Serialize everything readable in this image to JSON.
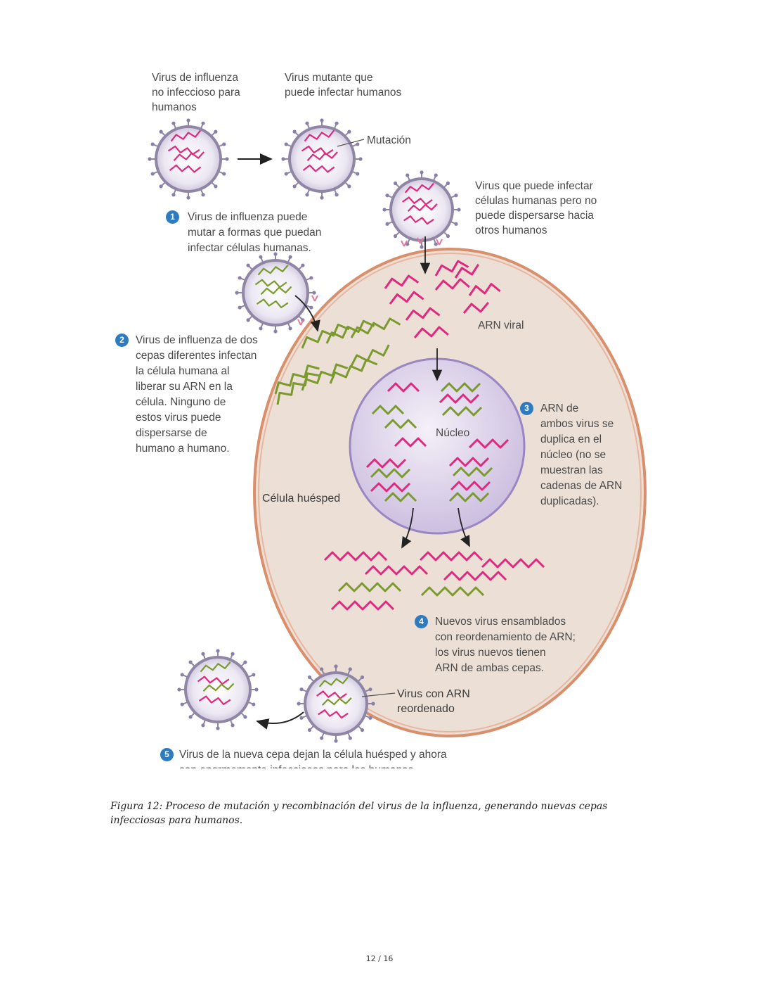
{
  "figure": {
    "labels": {
      "non_infectious_virus": "Virus de influenza\nno infeccioso para\nhumanos",
      "mutant_virus": "Virus mutante que\npuede infectar humanos",
      "mutation": "Mutación",
      "virus_infects_no_spread": "Virus que puede infectar\ncélulas humanas pero no\npuede dispersarse hacia\notros humanos",
      "viral_rna": "ARN viral",
      "nucleus": "Núcleo",
      "host_cell": "Célula huésped",
      "reassorted_virus": "Virus con ARN\nreordenado"
    },
    "steps": [
      {
        "num": "1",
        "text": "Virus de influenza puede\nmutar a formas que puedan\ninfectar células humanas."
      },
      {
        "num": "2",
        "text": "Virus de influenza de dos\ncepas diferentes infectan\nla célula humana al\nliberar su ARN en la\ncélula. Ninguno de\nestos virus puede\ndispersarse de\nhumano a humano."
      },
      {
        "num": "3",
        "text": "ARN de\nambos virus se\nduplica en el\nnúcleo (no se\nmuestran las\ncadenas de ARN\nduplicadas)."
      },
      {
        "num": "4",
        "text": "Nuevos virus ensamblados\ncon reordenamiento de ARN;\nlos virus nuevos tienen\nARN de ambas cepas."
      },
      {
        "num": "5",
        "text": "Virus de la nueva cepa dejan la célula huésped y ahora\nson enormemente infecciosos para los humanos."
      }
    ],
    "colors": {
      "magenta_rna": "#e0287f",
      "green_rna": "#7a9a2e",
      "cell_fill": "#ecdfd6",
      "cell_border": "#d98f6c",
      "nucleus_fill": "#d8cde6",
      "virus_border": "#8f86a6",
      "step_badge": "#2f7bbf"
    }
  },
  "caption": "Figura 12: Proceso de mutación y recombinación del virus de la influenza, generando nuevas cepas infecciosas para humanos.",
  "page_number": "12 / 16"
}
